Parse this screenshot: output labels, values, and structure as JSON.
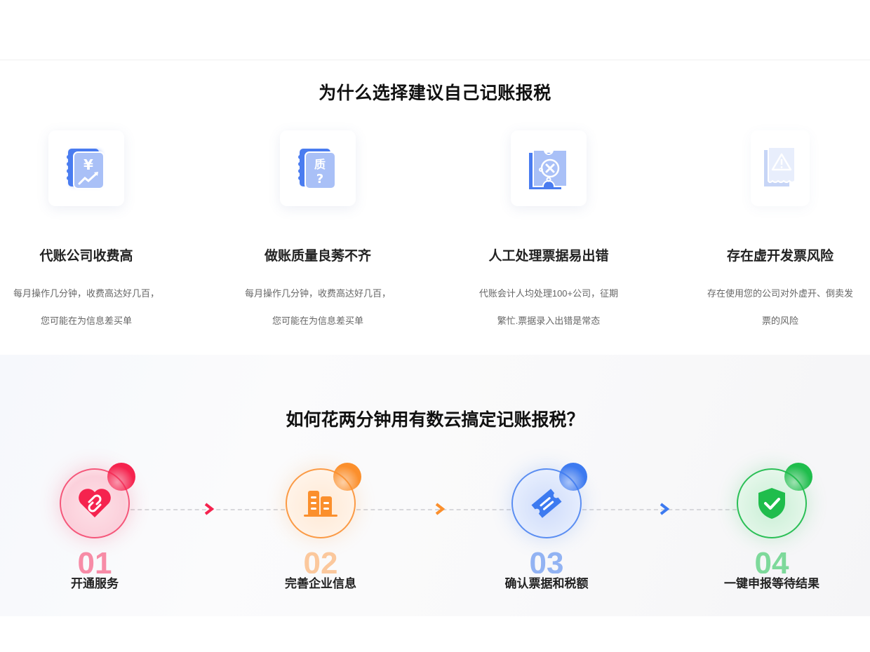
{
  "why_section": {
    "title": "为什么选择建议自己记账报税",
    "features": [
      {
        "icon": "notebook-yen-icon",
        "title": "代账公司收费高",
        "desc_line1": "每月操作几分钟，收费高达好几百，",
        "desc_line2": "您可能在为信息差买单"
      },
      {
        "icon": "notebook-quality-icon",
        "title": "做账质量良莠不齐",
        "desc_line1": "每月操作几分钟，收费高达好几百，",
        "desc_line2": "您可能在为信息差买单"
      },
      {
        "icon": "ticket-error-icon",
        "title": "人工处理票据易出错",
        "desc_line1": "代账会计人均处理100+公司，征期",
        "desc_line2": "繁忙.票据录入出错是常态"
      },
      {
        "icon": "receipt-warning-icon",
        "title": "存在虚开发票风险",
        "desc_line1": "存在使用您的公司对外虚开、倒卖发",
        "desc_line2": "票的风险"
      }
    ],
    "accent": "#4a7cf0"
  },
  "how_section": {
    "title": "如何花两分钟用有数云搞定记账报税？",
    "steps": [
      {
        "num": "01",
        "label": "开通服务",
        "icon": "heart-link-icon",
        "color": "#f5234e"
      },
      {
        "num": "02",
        "label": "完善企业信息",
        "icon": "building-icon",
        "color": "#fb8f2c"
      },
      {
        "num": "03",
        "label": "确认票据和税额",
        "icon": "ticket-icon",
        "color": "#3d7af0"
      },
      {
        "num": "04",
        "label": "一键申报等待结果",
        "icon": "shield-check-icon",
        "color": "#1fbd4c"
      }
    ]
  }
}
